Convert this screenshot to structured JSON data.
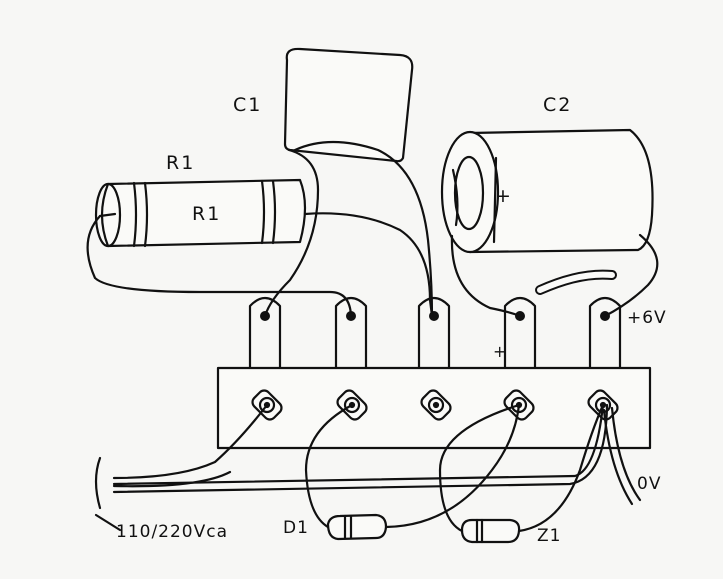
{
  "labels": {
    "c1": "C1",
    "c2": "C2",
    "r1_outer": "R1",
    "r1_inner": "R1",
    "c2_polarity": "+",
    "terminal_polarity": "+",
    "plus_6v": "+6V",
    "zero_v": "0V",
    "mains": "110/220Vca",
    "d1": "D1",
    "z1": "Z1"
  },
  "colors": {
    "ink": "#111111",
    "paper": "#f7f7f5"
  }
}
